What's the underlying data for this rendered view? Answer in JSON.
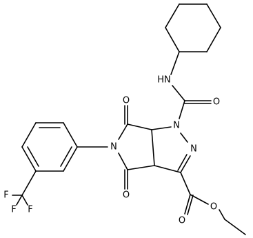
{
  "diagram": {
    "kind": "chemical-structure",
    "colors": {
      "bond": "#000000",
      "label": "#000000",
      "background": "#ffffff"
    },
    "atoms": {
      "nh": "HN",
      "n1": "N",
      "n2": "N",
      "n5": "N",
      "o_amide": "O",
      "o6": "O",
      "o4": "O",
      "o_ester_carbonyl": "O",
      "o_ester_ether": "O",
      "f1": "F",
      "f2": "F",
      "f3": "F"
    }
  }
}
